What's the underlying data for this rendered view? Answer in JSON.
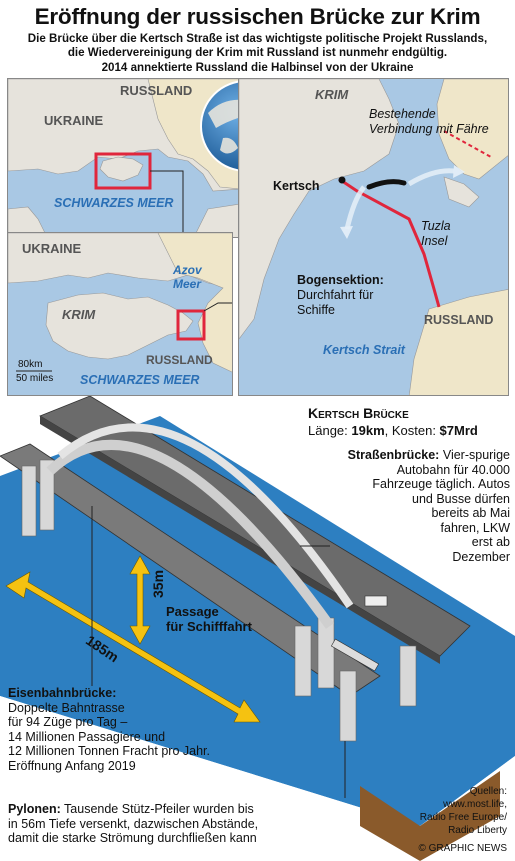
{
  "header": {
    "title": "Eröffnung der russischen Brücke zur Krim",
    "subtitle_lines": [
      "Die Brücke über die Kertsch Straße ist das wichtigste politische Projekt Russlands,",
      "die Wiedervereinigung der Krim mit Russland ist nunmehr endgültig.",
      "2014 annektierte Russland die Halbinsel von der Ukraine"
    ]
  },
  "map_overview": {
    "russia": "RUSSLAND",
    "ukraine": "UKRAINE",
    "sea": "SCHWARZES MEER"
  },
  "map_inset": {
    "ukraine": "UKRAINE",
    "azov_line1": "Azov",
    "azov_line2": "Meer",
    "krim": "KRIM",
    "russia": "RUSSLAND",
    "sea": "SCHWARZES MEER",
    "scale_km": "80km",
    "scale_miles": "50 miles"
  },
  "map_detail": {
    "krim": "KRIM",
    "ferry_line1": "Bestehende",
    "ferry_line2": "Verbindung mit Fähre",
    "kertsch": "Kertsch",
    "tuzla_line1": "Tuzla",
    "tuzla_line2": "Insel",
    "arch_title": "Bogensektion:",
    "arch_line1": "Durchfahrt für",
    "arch_line2": "Schiffe",
    "russia": "RUSSLAND",
    "strait": "Kertsch Strait"
  },
  "bridge_info": {
    "name": "Kertsch Brücke",
    "length_label": "Länge: ",
    "length_value": "19km",
    "cost_label": ", Kosten: ",
    "cost_value": "$7Mrd",
    "road_title": "Straßenbrücke:",
    "road_lines": [
      "Vier-spurige",
      "Autobahn für 40.000",
      "Fahrzeuge täglich. Autos",
      "und Busse dürfen",
      "bereits ab Mai",
      "fahren, LKW",
      "erst ab",
      "Dezember"
    ],
    "height": "35m",
    "passage_line1": "Passage",
    "passage_line2": "für Schifffahrt",
    "span": "185m",
    "rail_title": "Eisenbahnbrücke:",
    "rail_lines": [
      "Doppelte Bahntrasse",
      "für 94 Züge pro Tag –",
      "14 Millionen Passagiere und",
      "12 Millionen Tonnen Fracht pro Jahr.",
      "Eröffnung Anfang 2019"
    ],
    "pylon_title": "Pylonen:",
    "pylon_lines": [
      " Tausende Stütz-Pfeiler wurden bis",
      "in 56m Tiefe versenkt, dazwischen Abstände,",
      "damit die starke Strömung durchfließen kann"
    ]
  },
  "footer": {
    "sources_label": "Quellen:",
    "sources": [
      "www.most.life,",
      "Radio Free Europe/",
      "Radio Liberty"
    ],
    "credit": "© GRAPHIC NEWS"
  },
  "colors": {
    "sea": "#a9c8e4",
    "land_overview": "#e6e3dc",
    "russia_land": "#efe6c9",
    "bridge_red": "#e0263c",
    "water_3d": "#2d7fc1",
    "arrow_yellow": "#f5c211"
  }
}
